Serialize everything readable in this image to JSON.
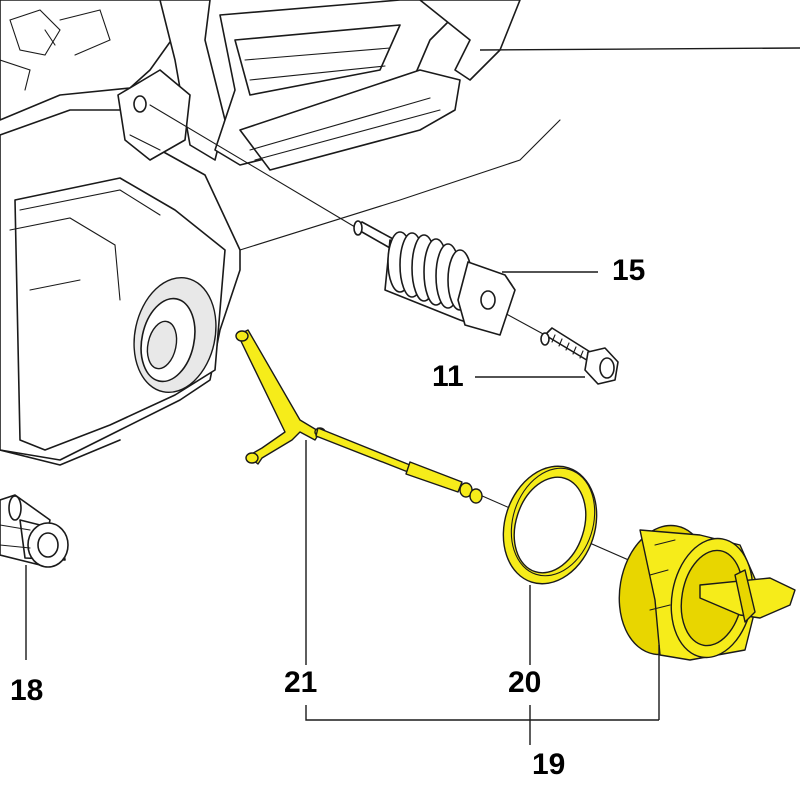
{
  "diagram": {
    "callouts": {
      "p15": "15",
      "p11": "11",
      "p18": "18",
      "p21": "21",
      "p20": "20",
      "p19": "19"
    },
    "colors": {
      "highlight": "#f6ec1a",
      "highlight_dark": "#e8d600",
      "line": "#1a1a1a",
      "housing": "#e8e8e8"
    }
  }
}
